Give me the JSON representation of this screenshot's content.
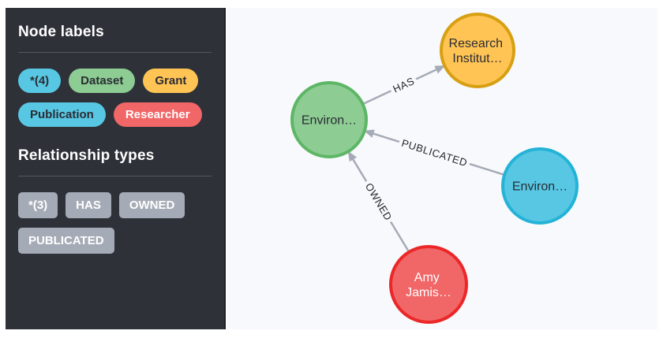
{
  "sidebar": {
    "node_labels_title": "Node labels",
    "relationship_types_title": "Relationship types",
    "node_labels": [
      {
        "label": "*(4)",
        "color": "#57C7E3",
        "text_color": "#2A2C34"
      },
      {
        "label": "Dataset",
        "color": "#8DCC93",
        "text_color": "#2A2C34"
      },
      {
        "label": "Grant",
        "color": "#FFC454",
        "text_color": "#2A2C34"
      },
      {
        "label": "Publication",
        "color": "#57C7E3",
        "text_color": "#2A2C34"
      },
      {
        "label": "Researcher",
        "color": "#F16667",
        "text_color": "#FFFFFF"
      }
    ],
    "relationship_types": [
      {
        "label": "*(3)"
      },
      {
        "label": "HAS"
      },
      {
        "label": "OWNED"
      },
      {
        "label": "PUBLICATED"
      }
    ],
    "relationship_chip_color": "#A5ABB6",
    "background_color": "#2E3138"
  },
  "graph": {
    "background_color": "#F8F9FD",
    "edge_color": "#A5ABB6",
    "nodes": [
      {
        "id": "dataset-node",
        "category": "Dataset",
        "lines": [
          "Environ…"
        ],
        "fill": "#8DCC93",
        "border": "#5DB665",
        "text_color": "#2A2C34"
      },
      {
        "id": "grant-node",
        "category": "Grant",
        "lines": [
          "Research",
          "Institut…"
        ],
        "fill": "#FFC454",
        "border": "#D7A013",
        "text_color": "#2A2C34"
      },
      {
        "id": "publication-node",
        "category": "Publication",
        "lines": [
          "Environ…"
        ],
        "fill": "#57C7E3",
        "border": "#23B3D7",
        "text_color": "#2A2C34"
      },
      {
        "id": "researcher-node",
        "category": "Researcher",
        "lines": [
          "Amy",
          "Jamis…"
        ],
        "fill": "#F16667",
        "border": "#EB2728",
        "text_color": "#FFFFFF"
      }
    ],
    "edges": [
      {
        "label": "HAS",
        "from": "dataset-node",
        "to": "grant-node"
      },
      {
        "label": "PUBLICATED",
        "from": "publication-node",
        "to": "dataset-node"
      },
      {
        "label": "OWNED",
        "from": "researcher-node",
        "to": "dataset-node"
      }
    ]
  }
}
